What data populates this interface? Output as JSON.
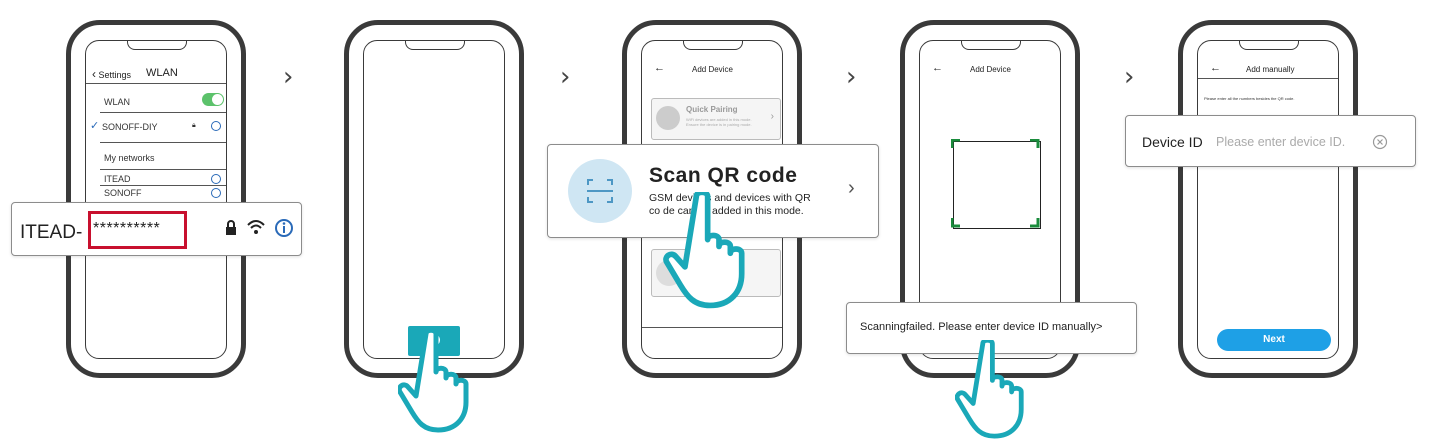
{
  "step1": {
    "back_label": "Settings",
    "title": "WLAN",
    "wlan_label": "WLAN",
    "connected_network": "SONOFF-DIY",
    "my_networks_label": "My networks",
    "networks": [
      "ITEAD",
      "SONOFF"
    ],
    "callout_name": "ITEAD-",
    "callout_password": "**********",
    "toggle_color": "#5cc26b",
    "highlight_color": "#c8102e"
  },
  "step3": {
    "title": "Add Device",
    "quick_pairing_label": "Quick Pairing",
    "quick_pairing_desc": "WiFi devices are added in this mode. Ensure the device is in pairing mode.",
    "scan_title": "Scan QR code",
    "scan_desc_line1": "GSM devices and devices with QR",
    "scan_desc_line2": "co de can be added in this mode.",
    "accent_color": "#cfe6f3"
  },
  "step4": {
    "title": "Add Device",
    "scan_frame_color": "#1a8c3c",
    "failed_message": "Scanningfailed. Please enter device ID manually>"
  },
  "step5": {
    "title": "Add manually",
    "hint": "Please enter all the numbers besides the QR code.",
    "field_label": "Device ID",
    "field_placeholder": "Please enter device ID.",
    "next_label": "Next",
    "button_color": "#1ea0e6"
  },
  "colors": {
    "hand_stroke": "#1aa8b8",
    "tap_button": "#1aa8b8"
  },
  "icons": [
    "chevron-right-icon",
    "lock-icon",
    "wifi-icon",
    "info-icon",
    "back-arrow-icon",
    "qr-scan-icon",
    "hand-pointer-icon",
    "clear-icon",
    "checkmark-icon"
  ]
}
